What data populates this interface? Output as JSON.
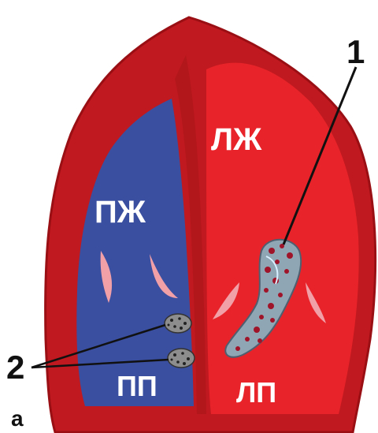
{
  "labels": {
    "right_ventricle": "ПЖ",
    "left_ventricle": "ЛЖ",
    "right_atrium": "ПП",
    "left_atrium": "ЛП",
    "marker_1": "1",
    "marker_2": "2",
    "panel": "а"
  },
  "colors": {
    "wall": "#c0191f",
    "wall_dark": "#9a0f14",
    "left_chambers": "#e8242a",
    "right_chambers": "#3a4fa0",
    "valve_leaflets": "#f2a0a8",
    "thrombus_fill": "#8fa6b5",
    "thrombus_spots": "#a0142a",
    "annotation_line": "#111111"
  },
  "icons": {
    "thrombus_left_ventricle": "thrombus-icon",
    "thrombus_right_atrium": "thrombus-icon"
  }
}
